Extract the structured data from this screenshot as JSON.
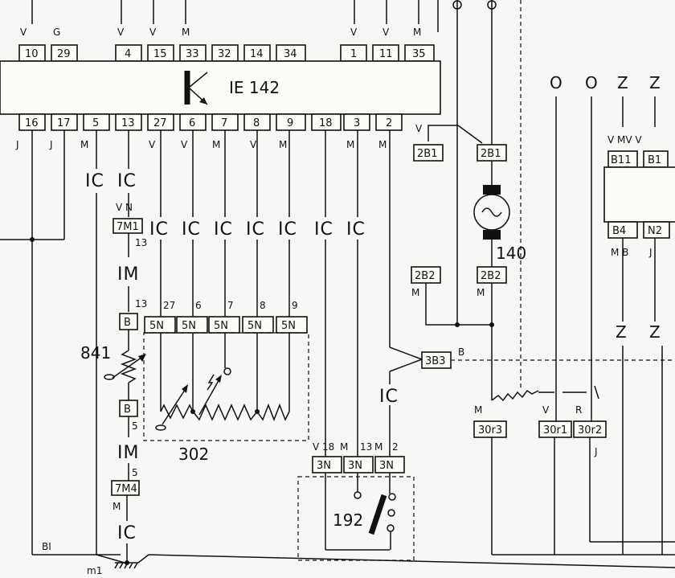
{
  "module": {
    "name": "IE 142",
    "top_pins": [
      "10",
      "29",
      "4",
      "15",
      "33",
      "32",
      "14",
      "34",
      "1",
      "11",
      "35"
    ],
    "top_wire_codes": [
      "V",
      "G",
      "V",
      "V",
      "M",
      "V",
      "V",
      "M"
    ],
    "bottom_pins": [
      "16",
      "17",
      "5",
      "13",
      "27",
      "6",
      "7",
      "8",
      "9",
      "18",
      "3",
      "2"
    ],
    "bottom_wire_codes": [
      "J",
      "J",
      "M",
      "V",
      "V",
      "M",
      "V",
      "M",
      "M",
      "M"
    ]
  },
  "harness_labels": {
    "ic_a": "IC",
    "ic_b": "IC",
    "ic_c": "IC",
    "ic_d": "IC",
    "ic_e": "IC",
    "ic_f": "IC",
    "ic_g": "IC",
    "ic_h": "IC",
    "ic_i": "IC",
    "ic_j": "IC",
    "ic_k": "IC",
    "im_a": "IM",
    "im_b": "IM"
  },
  "connectors": {
    "c7m1": "7M1",
    "c7m1_wires": "V N",
    "c7m1_pin": "13",
    "cb_top": "B",
    "cb_top_pin": "13",
    "cb_bottom": "B",
    "cb_bottom_pin": "5",
    "c7m4": "7M4",
    "c7m4_pin": "5",
    "c7m4_wire": "M",
    "c5n": [
      "5N",
      "5N",
      "5N",
      "5N",
      "5N"
    ],
    "c5n_pins": [
      "27",
      "6",
      "7",
      "8",
      "9"
    ],
    "c3n": [
      "3N",
      "3N",
      "3N"
    ],
    "c3n_wires": [
      "V",
      "M",
      "M"
    ],
    "c3n_pins": [
      "18",
      "13",
      "2"
    ],
    "c2b1_left": "2B1",
    "c2b1_left_wire": "V",
    "c2b1_right": "2B1",
    "c2b2_left": "2B2",
    "c2b2_left_wire": "M",
    "c2b2_right": "2B2",
    "c2b2_right_wire": "M",
    "c3b3": "3B3",
    "c3b3_wire": "B",
    "c30r3": "30r3",
    "c30r3_wire": "M",
    "c30r1": "30r1",
    "c30r1_wire": "V",
    "c30r2": "30r2",
    "c30r2_wire_top": "R",
    "c30r2_wire_bottom": "J",
    "b11": "B11",
    "b1": "B1",
    "b11_wires": "V MV V",
    "b4": "B4",
    "n2": "N2",
    "b4_wires": "M B",
    "n2_wire": "J"
  },
  "components": {
    "c841": "841",
    "c302": "302",
    "c140": "140",
    "c192": "192"
  },
  "ground": {
    "label": "m1",
    "bi_label": "BI"
  },
  "right_top_letters": [
    "O",
    "O",
    "Z",
    "Z"
  ],
  "right_mid_letters": [
    "Z",
    "Z"
  ]
}
